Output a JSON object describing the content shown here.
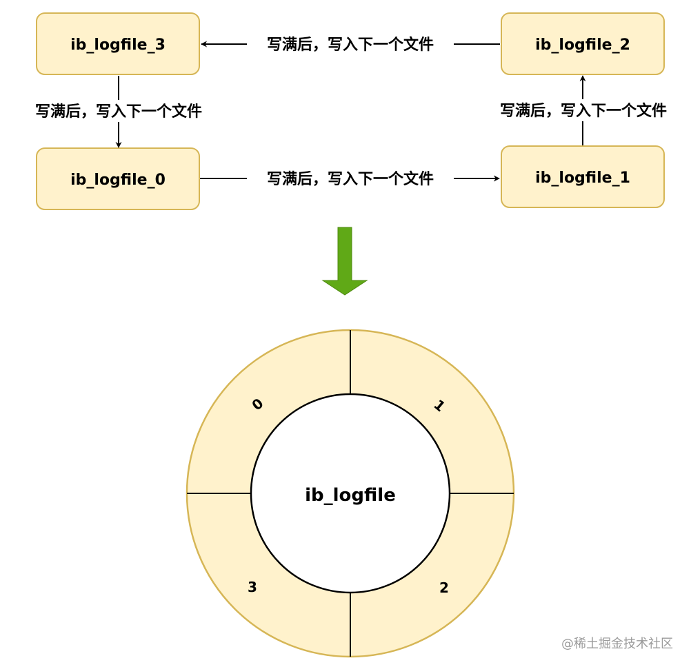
{
  "nodes": {
    "file3": "ib_logfile_3",
    "file2": "ib_logfile_2",
    "file0": "ib_logfile_0",
    "file1": "ib_logfile_1"
  },
  "edges": {
    "file2_to_file3": "写满后，写入下一个文件",
    "file3_to_file0": "写满后，写入下一个文件",
    "file0_to_file1": "写满后，写入下一个文件",
    "file1_to_file2": "写满后，写入下一个文件"
  },
  "ring": {
    "center_label": "ib_logfile",
    "segments": [
      "0",
      "1",
      "2",
      "3"
    ]
  },
  "colors": {
    "node_fill": "#fff2cc",
    "node_stroke": "#d6b656",
    "arrow_green": "#60a917"
  },
  "watermark": "@稀土掘金技术社区"
}
